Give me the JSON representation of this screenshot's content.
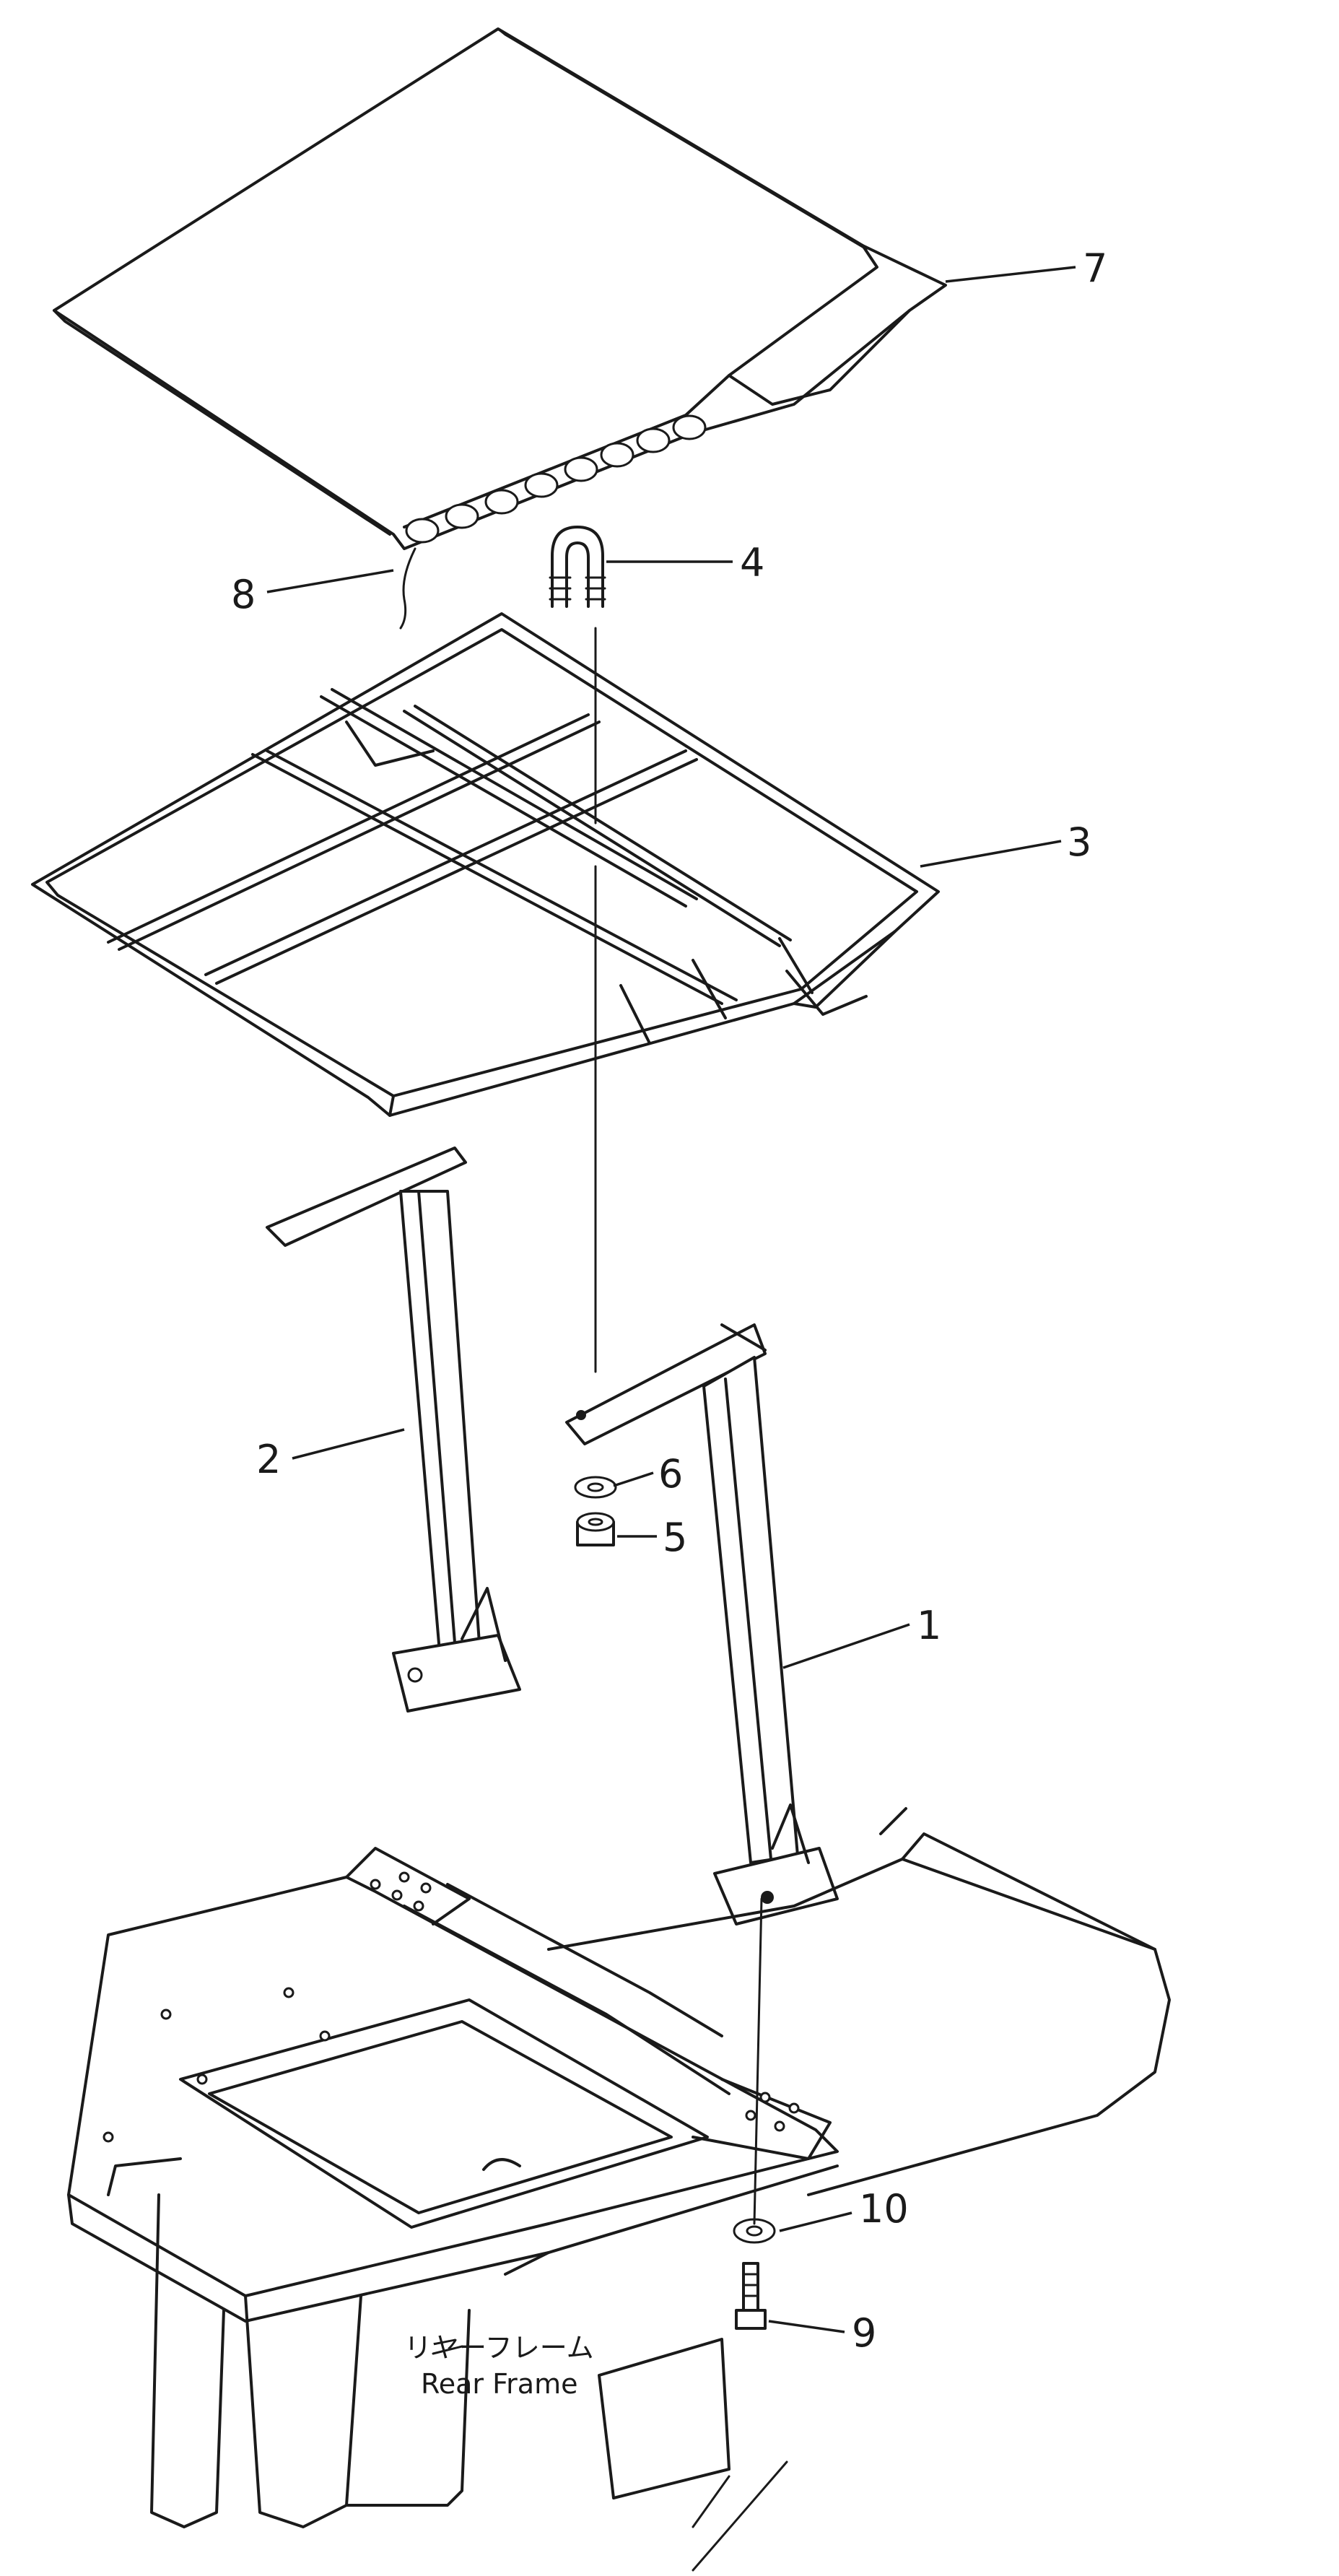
{
  "callouts": {
    "c1": "1",
    "c2": "2",
    "c3": "3",
    "c4": "4",
    "c5": "5",
    "c6": "6",
    "c7": "7",
    "c8": "8",
    "c9": "9",
    "c10": "10"
  },
  "rear_frame": {
    "label_jp": "リヤーフレーム",
    "label_en": "Rear Frame"
  }
}
